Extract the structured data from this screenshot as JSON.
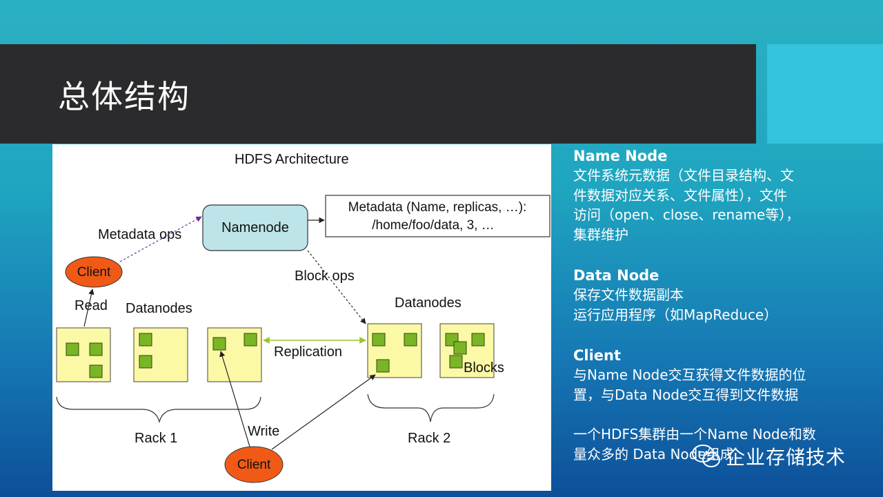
{
  "slide": {
    "title": "总体结构"
  },
  "diagram": {
    "title": "HDFS Architecture",
    "namenode": "Namenode",
    "metadata_line1": "Metadata (Name, replicas, …):",
    "metadata_line2": "/home/foo/data, 3, …",
    "metadata_ops": "Metadata ops",
    "block_ops": "Block ops",
    "client_top": "Client",
    "client_bottom": "Client",
    "read": "Read",
    "write": "Write",
    "datanodes_left": "Datanodes",
    "datanodes_right": "Datanodes",
    "replication": "Replication",
    "blocks": "Blocks",
    "rack1": "Rack 1",
    "rack2": "Rack 2"
  },
  "sections": [
    {
      "heading": "Name Node",
      "lines": [
        "文件系统元数据（文件目录结构、文",
        "件数据对应关系、文件属性），文件",
        "访问（open、close、rename等），",
        "集群维护"
      ]
    },
    {
      "heading": "Data Node",
      "lines": [
        "保存文件数据副本",
        "运行应用程序（如MapReduce）"
      ]
    },
    {
      "heading": "Client",
      "lines": [
        "与Name Node交互获得文件数据的位",
        "置，与Data Node交互得到文件数据"
      ]
    },
    {
      "heading": "",
      "lines": [
        "一个HDFS集群由一个Name Node和数",
        "量众多的 Data Node组成"
      ]
    }
  ],
  "watermark": {
    "text": "企业存储技术"
  },
  "colors": {
    "title_bar": "#2b2b2d",
    "accent": "#33c3dd",
    "client_fill": "#f15a16",
    "namenode_fill": "#bde4e8",
    "datanode_fill": "#fbf8a6",
    "block_fill": "#7ab526"
  }
}
